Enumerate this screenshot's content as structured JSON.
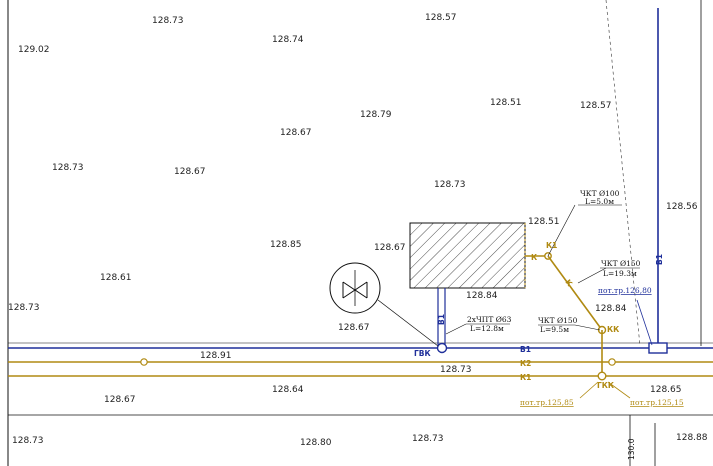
{
  "colors": {
    "water": "#1f2f9a",
    "sewer": "#b08a12",
    "line": "#111111",
    "hatch": "#222222",
    "text": "#222222"
  },
  "elevations": [
    "128.73",
    "128.57",
    "129.02",
    "128.74",
    "128.51",
    "128.57",
    "128.79",
    "128.67",
    "128.73",
    "128.67",
    "128.73",
    "128.56",
    "128.51",
    "128.67",
    "128.85",
    "128.61",
    "128.73",
    "128.84",
    "128.84",
    "128.67",
    "128.91",
    "128.73",
    "128.64",
    "128.65",
    "128.67",
    "128.73",
    "128.80",
    "128.73",
    "128.88"
  ],
  "labels": {
    "gvk": "ГВК",
    "gkk": "ГКК",
    "kk": "КК",
    "k": "К",
    "k1": "К1",
    "k1_line": "К1",
    "k2_line": "К2",
    "b1_line": "В1",
    "b1_vertical": "В1",
    "b1_pipe": "В1",
    "well_label": "К",
    "pipe1_title": "ЧКТ Ø100",
    "pipe1_len": "L=5.0м",
    "pipe2_title": "ЧКТ Ø150",
    "pipe2_len": "L=19.3м",
    "pipe3_title": "ЧКТ Ø150",
    "pipe3_len": "L=9.5м",
    "pipe4_title": "2хЧПТ Ø63",
    "pipe4_len": "L=12.8м",
    "bot1": "пот.тр.126,80",
    "bot2": "пот.тр.125,85",
    "bot3": "пот.тр.125,15",
    "axis": "130.0"
  }
}
